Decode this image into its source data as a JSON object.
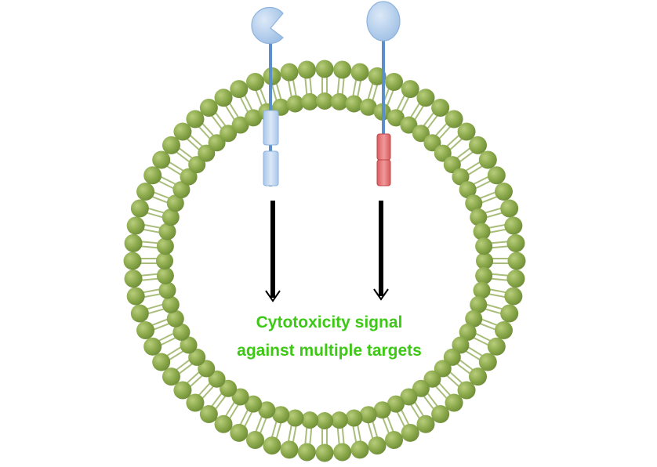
{
  "caption": {
    "line1": "Cytotoxicity signal",
    "line2": "against multiple targets"
  },
  "colors": {
    "membrane_head": "#8aa84a",
    "membrane_head_highlight": "#b2c978",
    "membrane_tail": "#a9bd7a",
    "receptor_head": "#b5d0ee",
    "receptor_stalk": "#5b8fc9",
    "domain_blue": "#c7dcf3",
    "domain_red": "#e7787a",
    "arrow": "#000000",
    "caption": "#3dc815"
  },
  "receptors": [
    {
      "name": "cleaved-head receptor",
      "head": "pacman",
      "domain_color": "blue"
    },
    {
      "name": "round-head receptor",
      "head": "round",
      "domain_color": "red"
    }
  ]
}
